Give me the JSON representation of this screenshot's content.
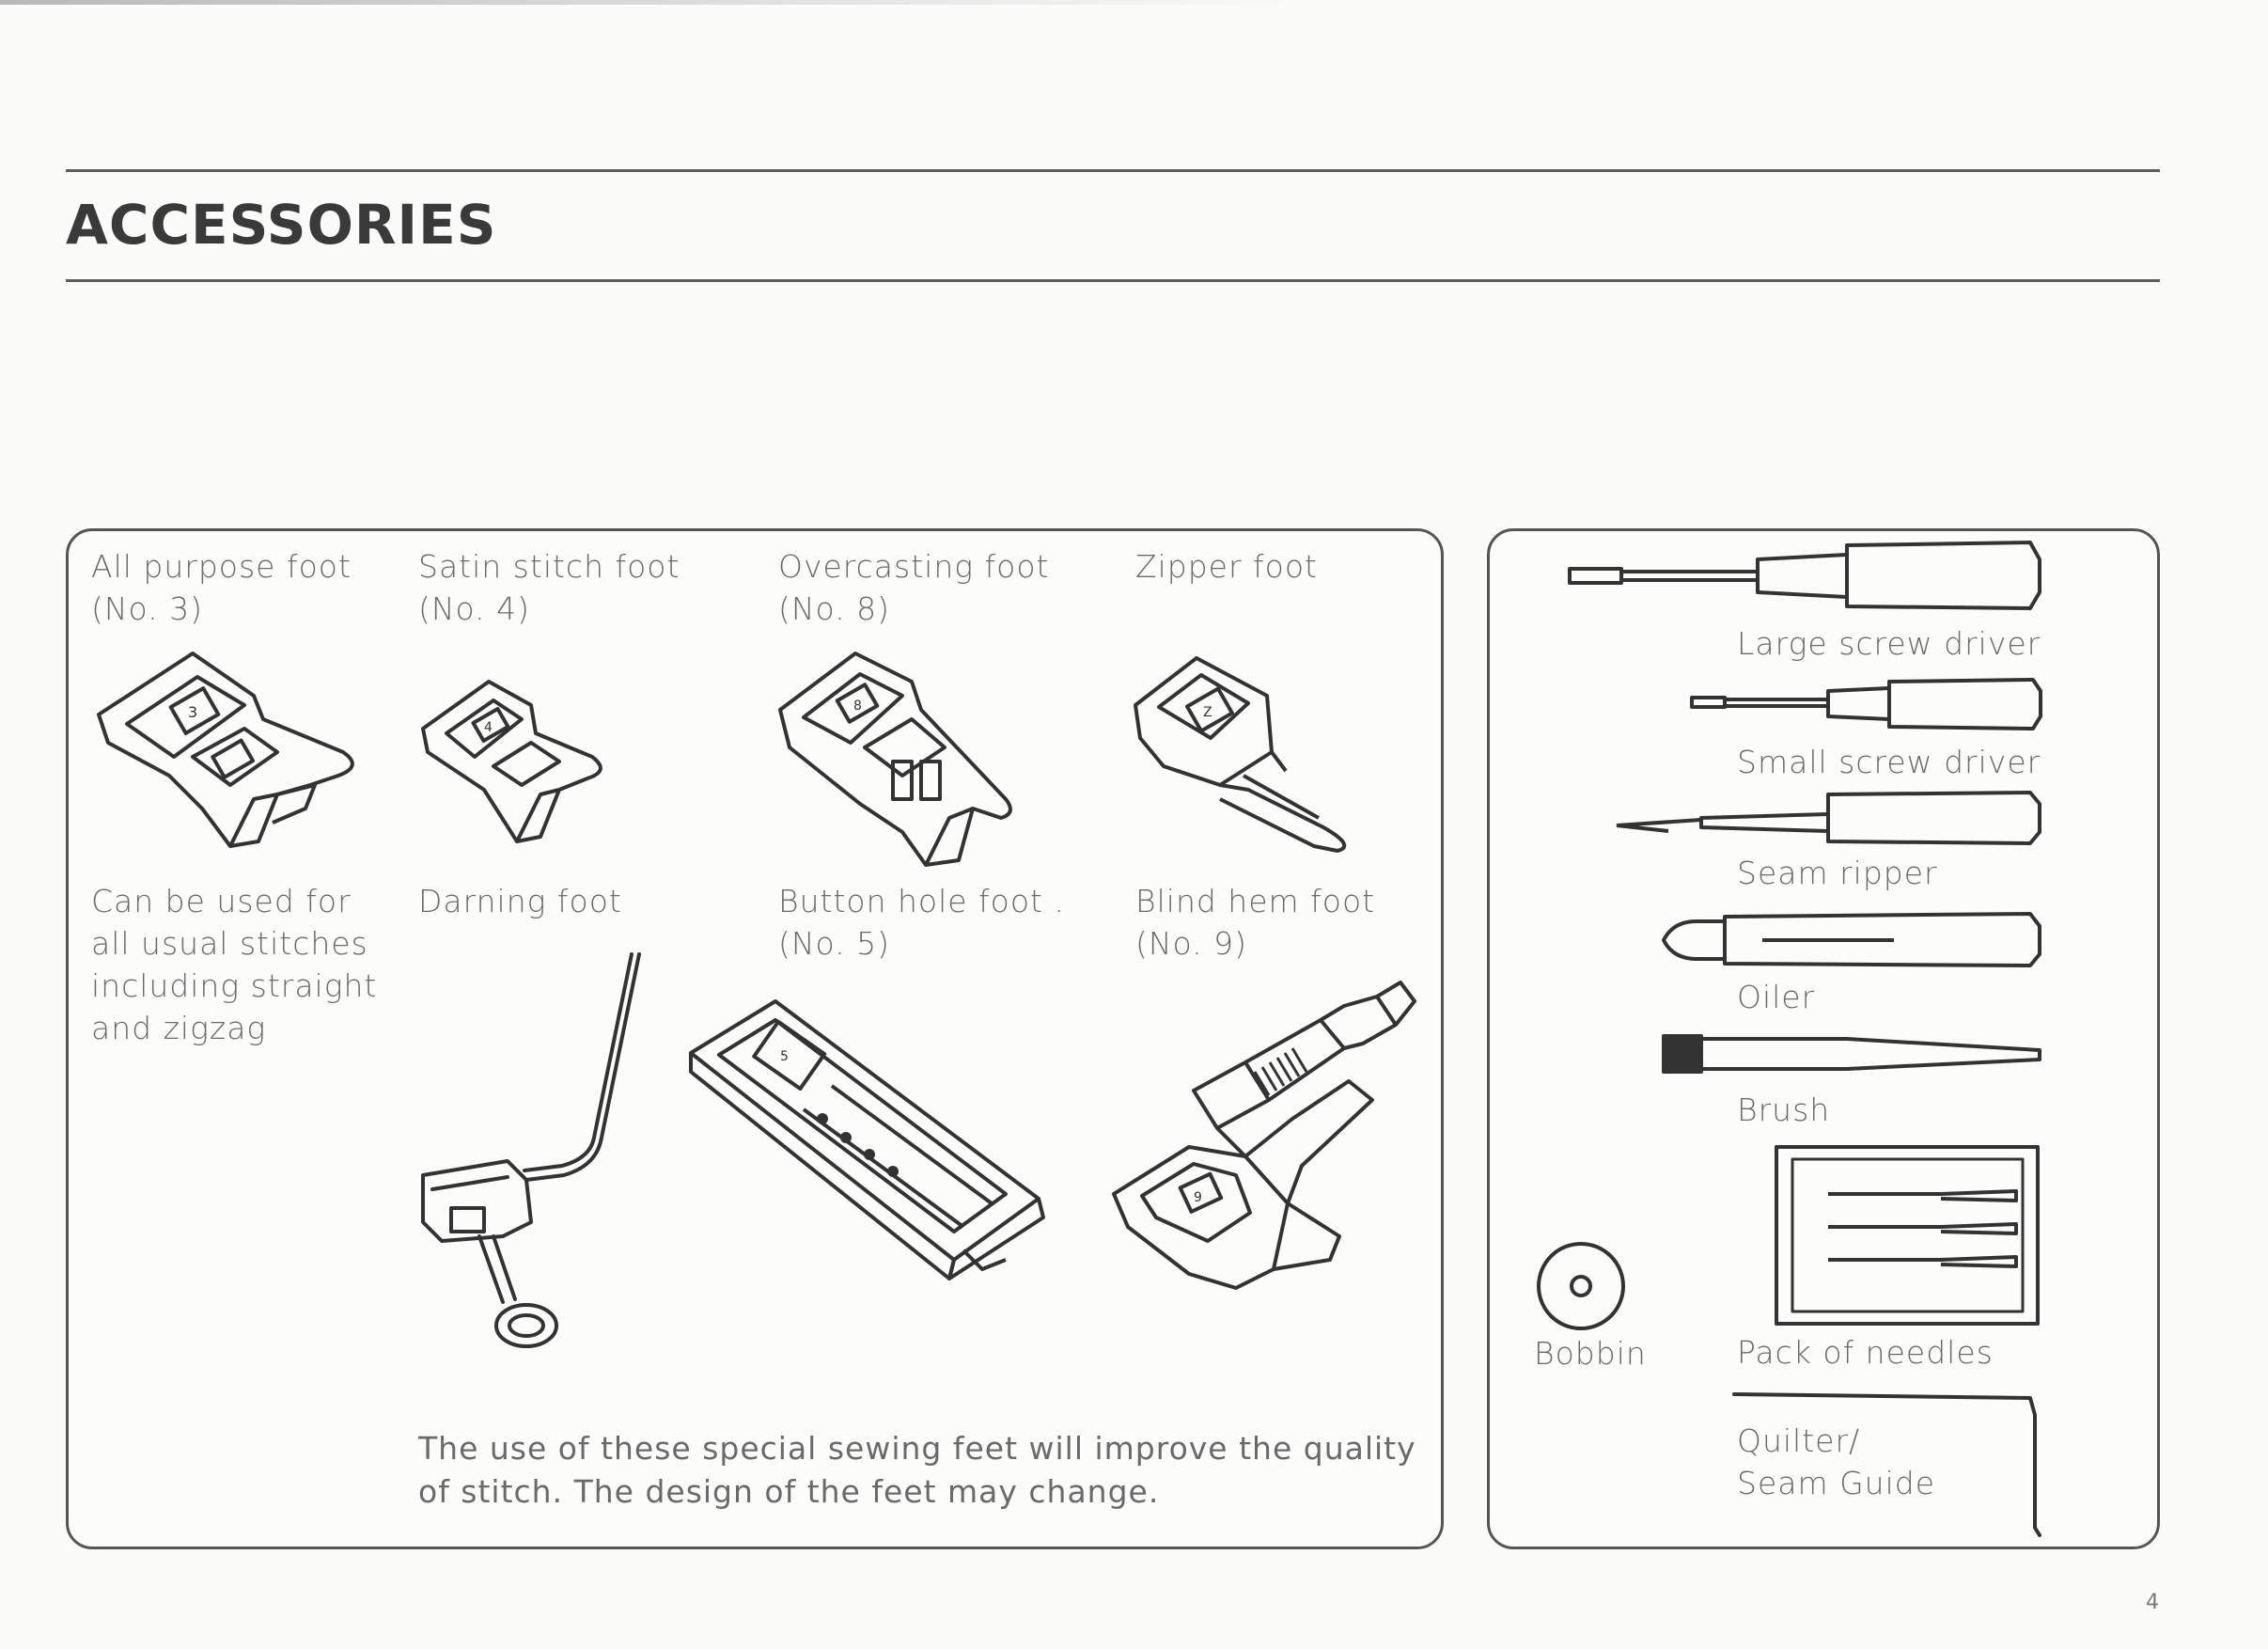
{
  "page": {
    "title": "ACCESSORIES",
    "page_number": "4"
  },
  "feet_panel": {
    "all_purpose": {
      "line1": "All purpose foot",
      "line2": "(No. 3)"
    },
    "satin_stitch": {
      "line1": "Satin stitch foot",
      "line2": "(No. 4)"
    },
    "overcasting": {
      "line1": "Overcasting foot",
      "line2": "(No. 8)"
    },
    "zipper": {
      "line1": "Zipper foot"
    },
    "usage": {
      "line1": "Can be used for",
      "line2": "all  usual stitches",
      "line3": "including straight",
      "line4": "and zigzag"
    },
    "darning": {
      "line1": "Darning foot"
    },
    "button_hole": {
      "line1": "Button hole foot .",
      "line2": "(No. 5)"
    },
    "blind_hem": {
      "line1": "Blind hem foot",
      "line2": "(No. 9)"
    },
    "note": {
      "line1": "The use of these special sewing feet will improve the quality",
      "line2": "of stitch. The design of the feet may change."
    }
  },
  "tools_panel": {
    "large_screw_driver": "Large screw driver",
    "small_screw_driver": "Small screw driver",
    "seam_ripper": "Seam ripper",
    "oiler": "Oiler",
    "brush": "Brush",
    "bobbin": "Bobbin",
    "pack_of_needles": "Pack of needles",
    "quilter": {
      "line1": "Quilter/",
      "line2": "Seam Guide"
    }
  }
}
